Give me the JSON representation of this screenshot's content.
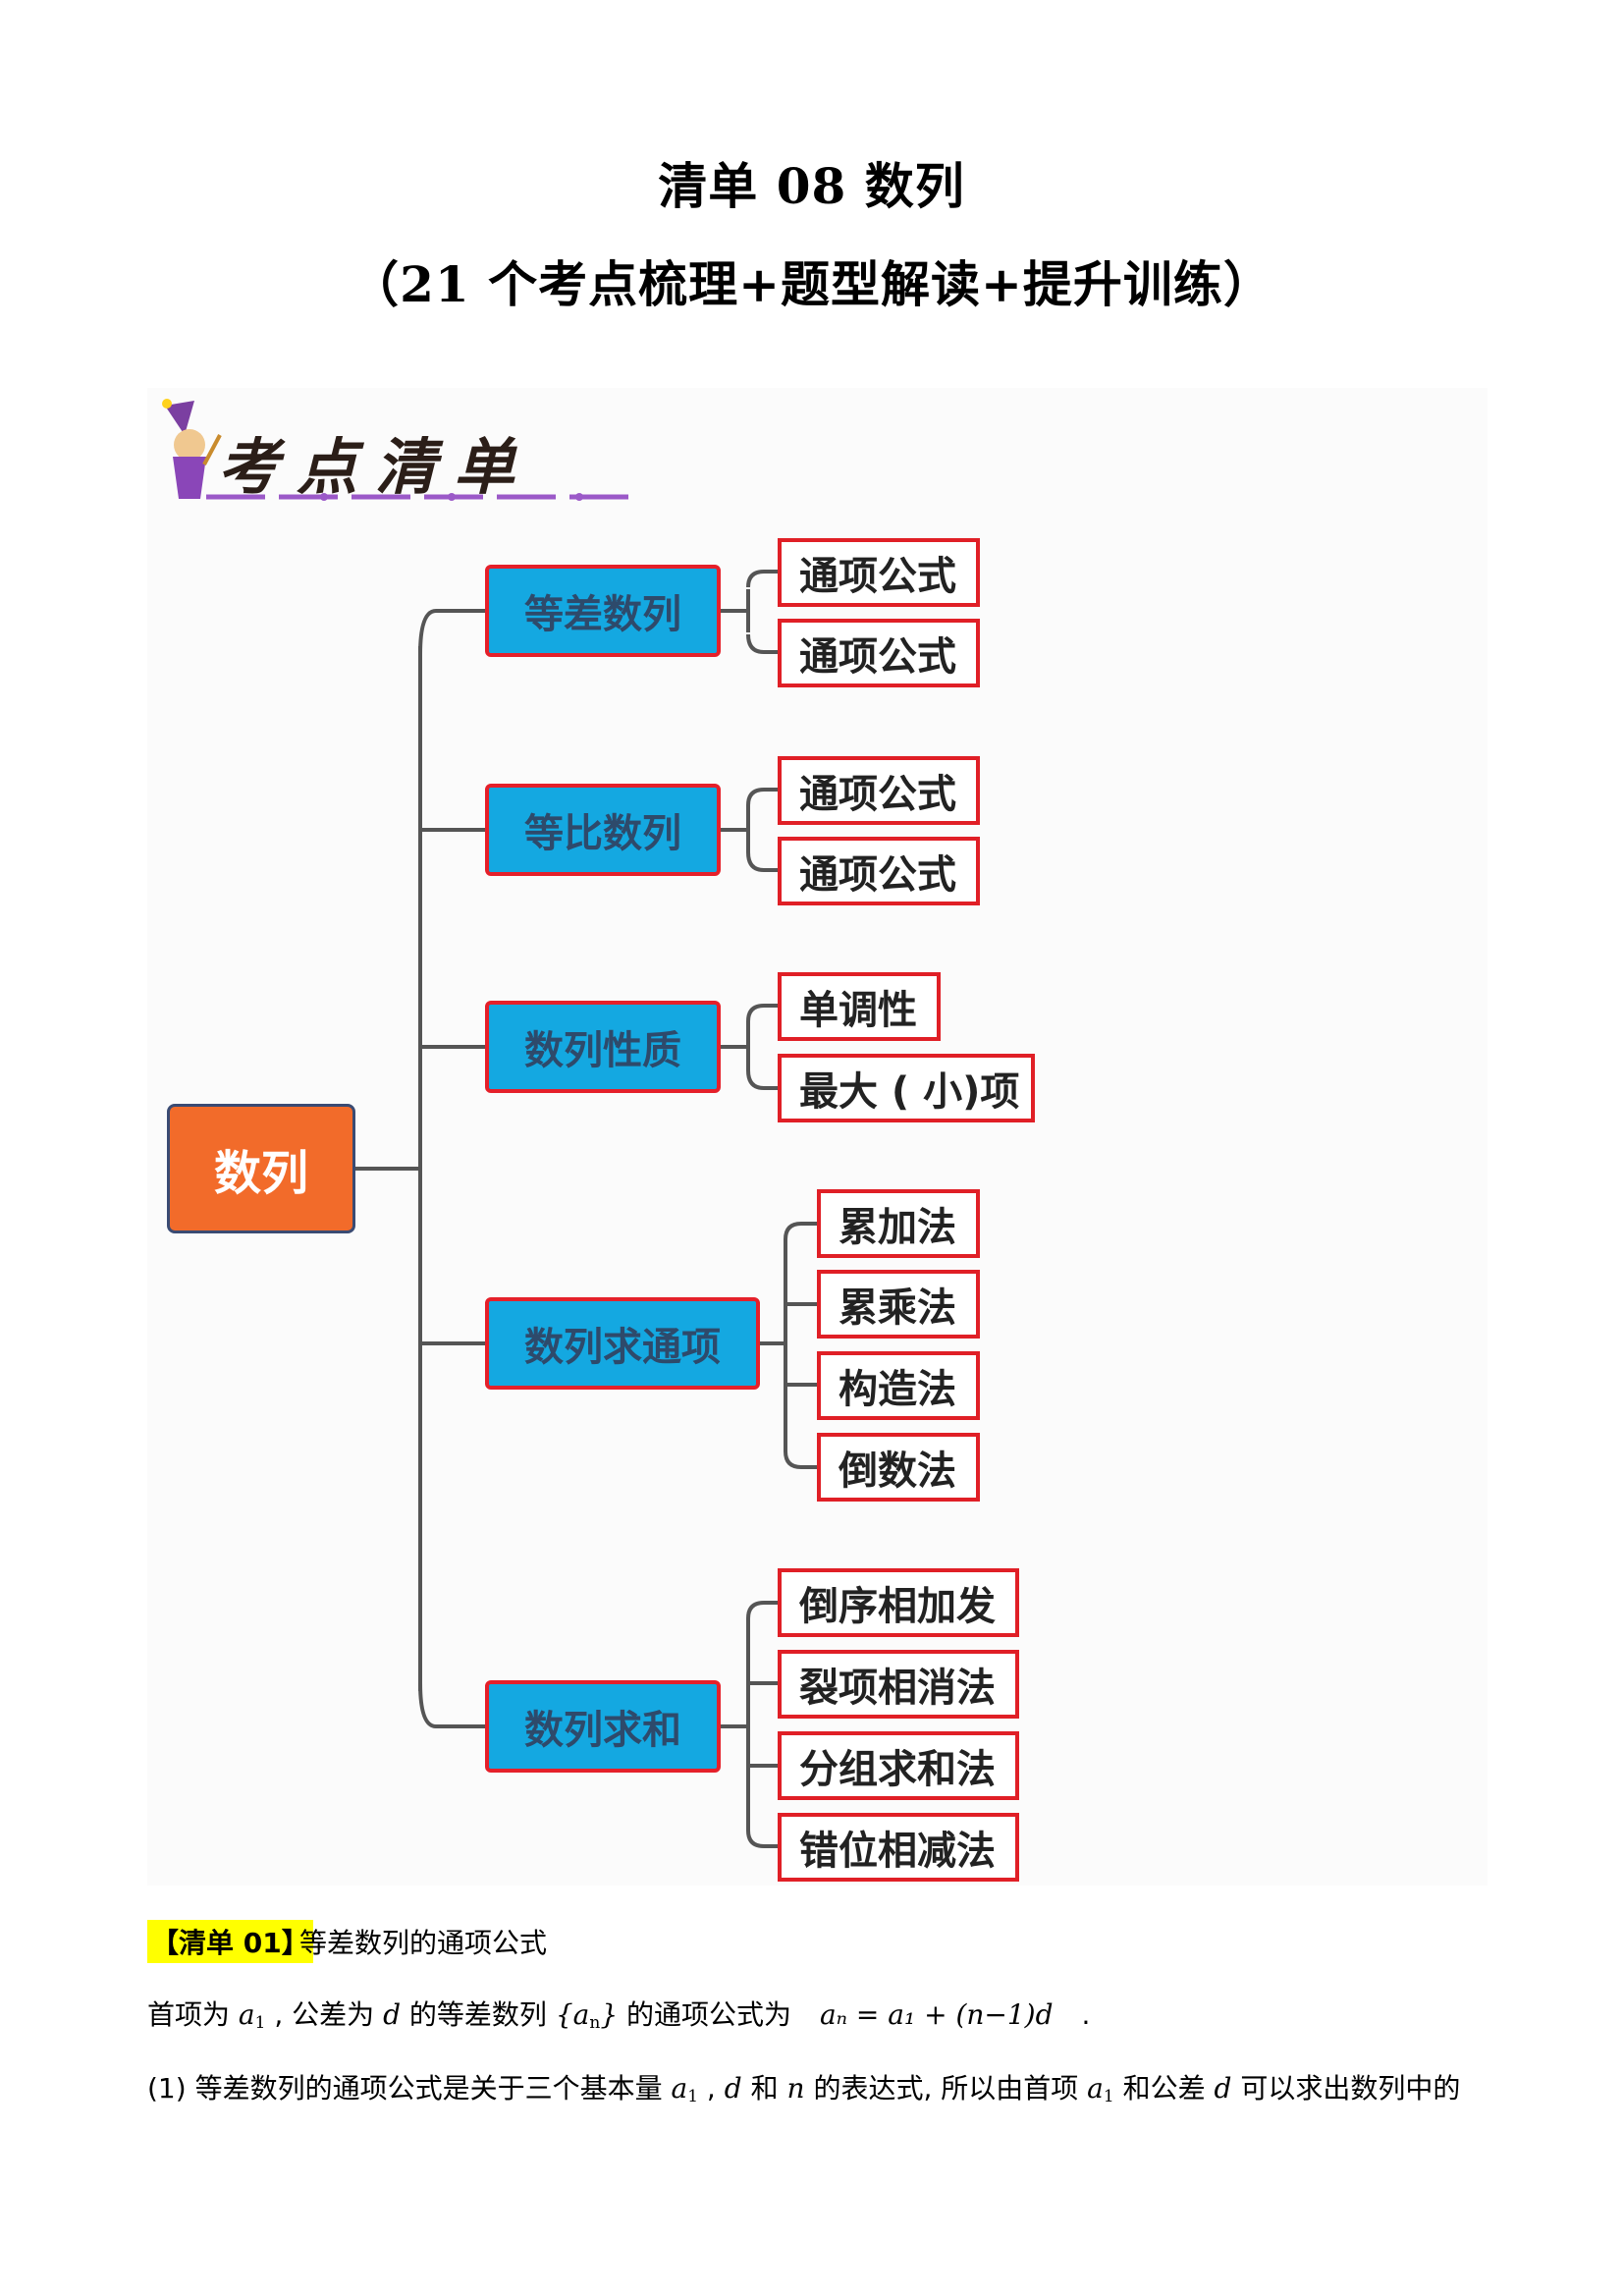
{
  "title": {
    "line1": "清单 08  数列",
    "line2": "（21 个考点梳理+题型解读+提升训练）"
  },
  "banner": {
    "text": "考点清单"
  },
  "mindmap": {
    "root": "数列",
    "branches": [
      {
        "label": "等差数列",
        "children": [
          "通项公式",
          "通项公式"
        ]
      },
      {
        "label": "等比数列",
        "children": [
          "通项公式",
          "通项公式"
        ]
      },
      {
        "label": "数列性质",
        "children": [
          "单调性",
          "最大 ( 小)项"
        ]
      },
      {
        "label": "数列求通项",
        "children": [
          "累加法",
          "累乘法",
          "构造法",
          "倒数法"
        ]
      },
      {
        "label": "数列求和",
        "children": [
          "倒序相加发",
          "裂项相消法",
          "分组求和法",
          "错位相减法"
        ]
      }
    ]
  },
  "section": {
    "tag": "【清单 01】",
    "title": "等差数列的通项公式"
  },
  "body": {
    "l1_a": "首项为",
    "l1_b": ", 公差为",
    "l1_c": "的等差数列",
    "l1_d": "的通项公式为",
    "l1_formula": "aₙ = a₁ + (n−1)d",
    "l1_end": ".",
    "l2_a": "(1) 等差数列的通项公式是关于三个基本量",
    "l2_b": ",",
    "l2_c": "和",
    "l2_d": "的表达式, 所以由首项",
    "l2_e": "和公差",
    "l2_f": "可以求出数列中的"
  },
  "colors": {
    "root_fill": "#f26b2a",
    "branch_fill": "#14a8e1",
    "node_border": "#e01f26",
    "highlight": "#ffff00"
  }
}
